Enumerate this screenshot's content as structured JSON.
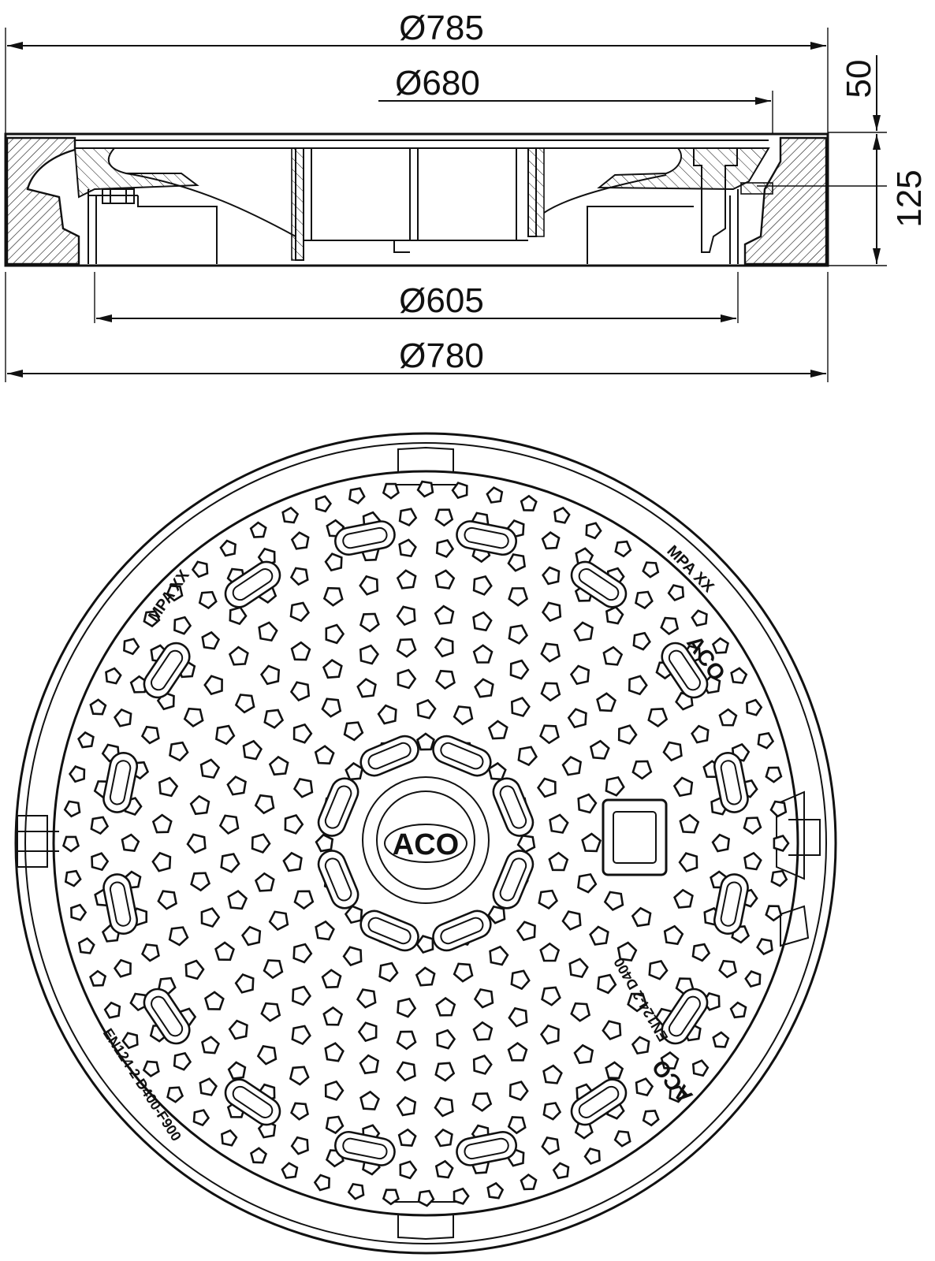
{
  "dimensions": {
    "outer_top": "Ø785",
    "frame_opening": "Ø680",
    "clear_opening": "Ø605",
    "outer_bottom": "Ø780",
    "cover_depth": "50",
    "total_height": "125"
  },
  "markings": {
    "mpa_left": "MPA XX",
    "mpa_right": "MPA XX",
    "brand_top": "ACO",
    "brand_center": "ACO",
    "brand_bottom": "ACO",
    "standard_left": "EN124-2 D400-F900",
    "standard_right": "EN124-2 D400"
  },
  "colors": {
    "line": "#111111",
    "background": "#ffffff"
  }
}
